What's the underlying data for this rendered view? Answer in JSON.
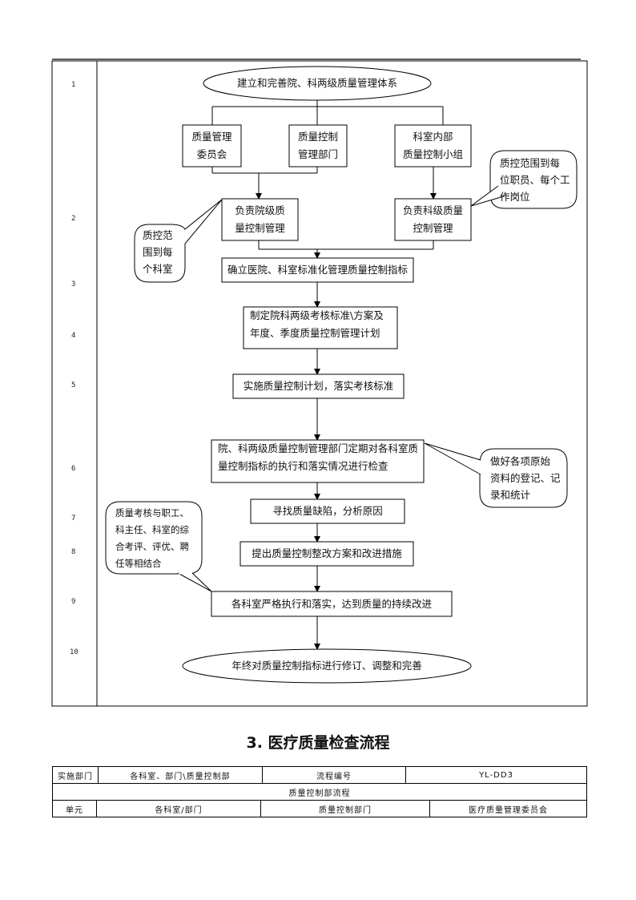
{
  "flowchart": {
    "steps": [
      "1",
      "2",
      "3",
      "4",
      "5",
      "6",
      "7",
      "8",
      "9",
      "10"
    ],
    "start": "建立和完善院、科两级质量管理体系",
    "org_boxes": [
      [
        "质量管理",
        "委员会"
      ],
      [
        "质量控制",
        "管理部门"
      ],
      [
        "科室内部",
        "质量控制小组"
      ]
    ],
    "hospital_qc": [
      "负责院级质",
      "量控制管理"
    ],
    "dept_qc": [
      "负责科级质量",
      "控制管理"
    ],
    "callout_each_dept": [
      "质控范",
      "围到每",
      "个科室"
    ],
    "callout_each_post": [
      "质控范围到每",
      "位职员、每个工",
      "作岗位"
    ],
    "step3": "确立医院、科室标准化管理质量控制指标",
    "step4": [
      "制定院科两级考核标准\\方案及",
      "年度、季度质量控制管理计划"
    ],
    "step5": "实施质量控制计划，落实考核标准",
    "step6": [
      "院、科两级质量控制管理部门定期对各科室质",
      "量控制指标的执行和落实情况进行检查"
    ],
    "callout_records": [
      "做好各项原始",
      "资料的登记、记",
      "录和统计"
    ],
    "step7": "寻找质量缺陷，分析原因",
    "step8": "提出质量控制整改方案和改进措施",
    "callout_assessment": [
      "质量考核与职工、",
      "科主任、科室的综",
      "合考评、评优、聘",
      "任等相结合"
    ],
    "step9": "各科室严格执行和落实，达到质量的持续改进",
    "end": "年终对质量控制指标进行修订、调整和完善"
  },
  "section_title": "3. 医疗质量检查流程",
  "meta_table": {
    "row1": [
      "实施部门",
      "各科室、部门\\质量控制部",
      "流程编号",
      "YL-DD3"
    ],
    "row2": "质量控制部流程",
    "row3": [
      "单元",
      "各科室/部门",
      "质量控制部门",
      "医疗质量管理委员会"
    ]
  }
}
